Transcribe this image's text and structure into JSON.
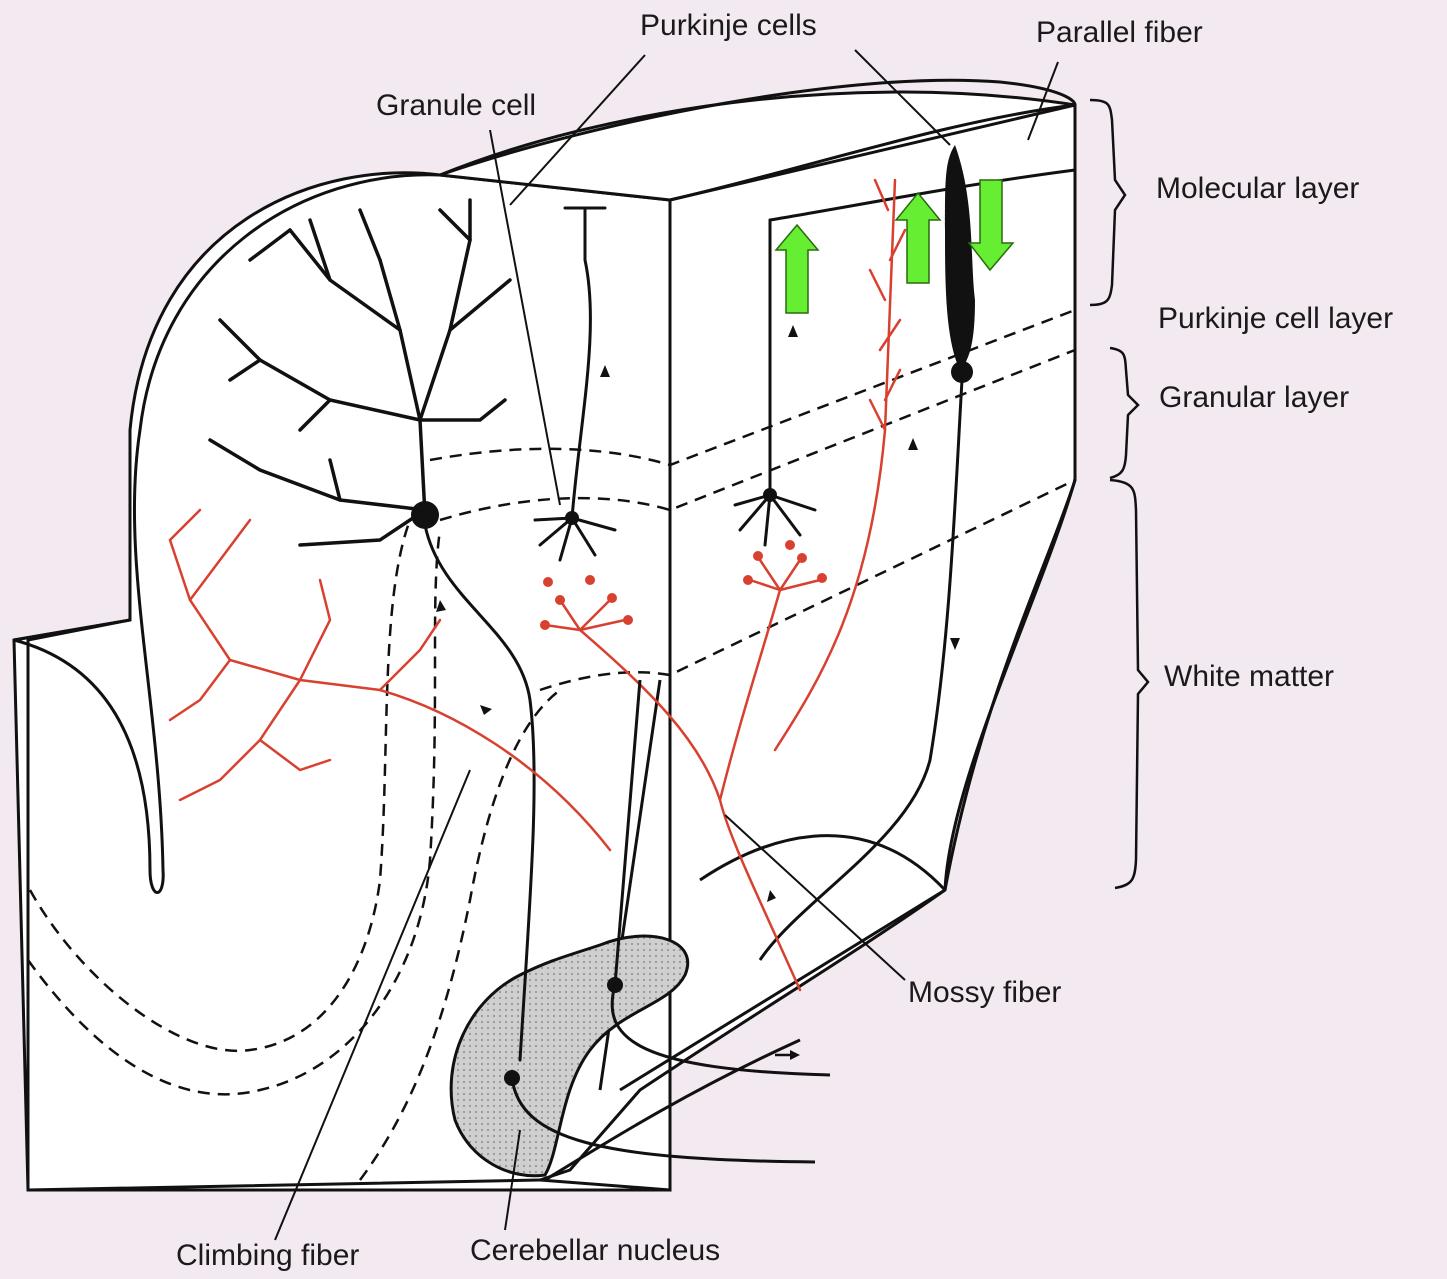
{
  "labels": {
    "purkinje_cells": "Purkinje cells",
    "parallel_fiber": "Parallel fiber",
    "granule_cell": "Granule cell",
    "molecular_layer": "Molecular layer",
    "purkinje_cell_layer": "Purkinje cell layer",
    "granular_layer": "Granular layer",
    "white_matter": "White matter",
    "mossy_fiber": "Mossy fiber",
    "climbing_fiber": "Climbing fiber",
    "cerebellar_nucleus": "Cerebellar nucleus"
  },
  "colors": {
    "background": "#f3e9f0",
    "ink": "#111111",
    "fiber_red": "#d8402f",
    "nucleus_fill": "#c9c9c9",
    "arrow_green": "#66ee33"
  }
}
